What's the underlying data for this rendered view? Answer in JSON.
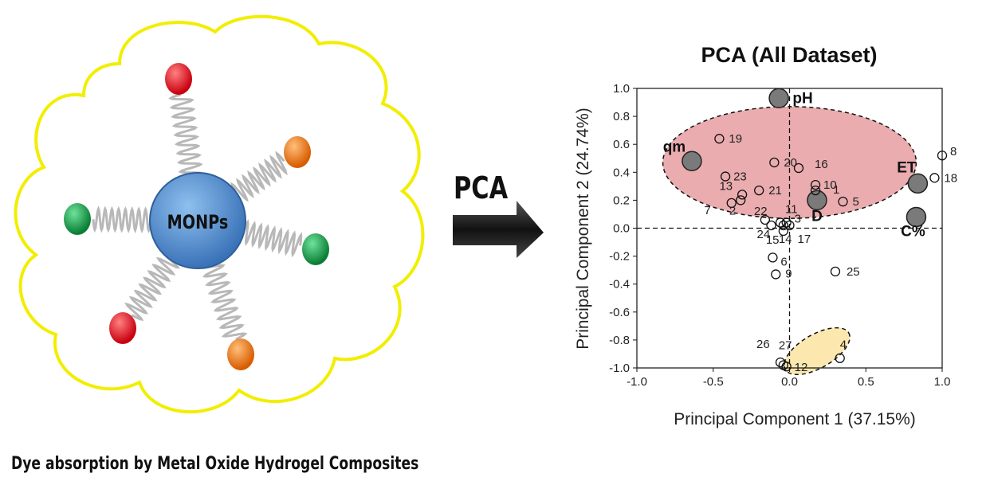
{
  "left_panel": {
    "core_label": "MONPs",
    "caption": "Dye absorption by Metal Oxide Hydrogel Composites",
    "colors": {
      "cloud": "#f2ee00",
      "core": "#5b9bd5",
      "red": "#e8141b",
      "orange": "#f07a1a",
      "green": "#12a24a",
      "spring": "#b8b8b8"
    }
  },
  "arrow": {
    "label": "PCA"
  },
  "chart_data": {
    "type": "scatter",
    "title": "PCA (All Dataset)",
    "xlabel": "Principal Component 1 (37.15%)",
    "ylabel": "Principal Component 2 (24.74%)",
    "xlim": [
      -1.0,
      1.0
    ],
    "ylim": [
      -1.0,
      1.0
    ],
    "xticks": [
      "-1.0",
      "-0.5",
      "0.0",
      "0.5",
      "1.0"
    ],
    "yticks": [
      "1.0",
      "0.8",
      "0.6",
      "0.4",
      "0.2",
      "0.0",
      "-0.2",
      "-0.4",
      "-0.6",
      "-0.8",
      "-1.0"
    ],
    "loadings": [
      {
        "label": "qm",
        "x": -0.64,
        "y": 0.48
      },
      {
        "label": "pH",
        "x": -0.07,
        "y": 0.93
      },
      {
        "label": "D",
        "x": 0.18,
        "y": 0.2
      },
      {
        "label": "ET",
        "x": 0.84,
        "y": 0.32
      },
      {
        "label": "C%",
        "x": 0.83,
        "y": 0.08
      }
    ],
    "scores": [
      {
        "label": "19",
        "x": -0.46,
        "y": 0.64
      },
      {
        "label": "23",
        "x": -0.42,
        "y": 0.37
      },
      {
        "label": "13",
        "x": -0.31,
        "y": 0.24
      },
      {
        "label": "7",
        "x": -0.38,
        "y": 0.18
      },
      {
        "label": "2",
        "x": -0.32,
        "y": 0.2
      },
      {
        "label": "21",
        "x": -0.2,
        "y": 0.27
      },
      {
        "label": "20",
        "x": -0.1,
        "y": 0.47
      },
      {
        "label": "16",
        "x": 0.06,
        "y": 0.43
      },
      {
        "label": "22",
        "x": -0.16,
        "y": 0.06
      },
      {
        "label": "11",
        "x": -0.06,
        "y": 0.04
      },
      {
        "label": "3",
        "x": -0.02,
        "y": 0.04
      },
      {
        "label": "10",
        "x": 0.17,
        "y": 0.31
      },
      {
        "label": "1",
        "x": 0.17,
        "y": 0.27
      },
      {
        "label": "5",
        "x": 0.35,
        "y": 0.19
      },
      {
        "label": "24",
        "x": -0.12,
        "y": 0.02
      },
      {
        "label": "15",
        "x": -0.04,
        "y": -0.02
      },
      {
        "label": "14",
        "x": -0.04,
        "y": 0.02
      },
      {
        "label": "17",
        "x": 0.0,
        "y": 0.02
      },
      {
        "label": "6",
        "x": -0.11,
        "y": -0.21
      },
      {
        "label": "9",
        "x": -0.09,
        "y": -0.33
      },
      {
        "label": "25",
        "x": 0.3,
        "y": -0.31
      },
      {
        "label": "8",
        "x": 1.0,
        "y": 0.52
      },
      {
        "label": "18",
        "x": 0.95,
        "y": 0.36
      },
      {
        "label": "26",
        "x": -0.06,
        "y": -0.96
      },
      {
        "label": "27",
        "x": -0.04,
        "y": -0.98
      },
      {
        "label": "12",
        "x": -0.02,
        "y": -0.99
      },
      {
        "label": "4",
        "x": 0.33,
        "y": -0.93
      }
    ],
    "groups": [
      {
        "name": "pink-cluster",
        "color": "#e8a3a6",
        "cx": 0.0,
        "cy": 0.47,
        "rx": 0.83,
        "ry": 0.4
      },
      {
        "name": "yellow-cluster",
        "color": "#fce5a6",
        "cx": 0.18,
        "cy": -0.88,
        "rx": 0.24,
        "ry": 0.12,
        "rot": -30
      }
    ]
  }
}
